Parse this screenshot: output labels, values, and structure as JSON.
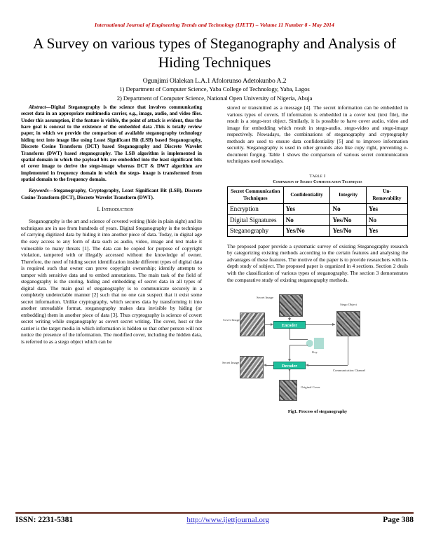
{
  "running_head": "International Journal of Engineering Trends and Technology (IJETT) – Volume 11 Number 8 - May  2014",
  "title": "A Survey on various types of Steganography and Analysis of Hiding Techniques",
  "authors": "Ogunjimi Olalekan L.A.1  Afolorunso Adetokunbo A.2",
  "affiliation1": "1) Department of Computer Science, Yaba College of Technology, Yaba, Lagos",
  "affiliation2": "2) Department of Computer Science, National Open University of Nigeria, Abuja",
  "abstract": {
    "lead": "Abstract—",
    "body": "Digital Steganography is the science that involves communicating secret data in an appropriate multimedia carrier, e.g., image, audio, and video files. Under this assumption, if the feature is visible, the point of attack is evident, thus the hare goal is  conceal to the existence of the embedded data .This is totally review paper, in which we provide the comparison of  available steganography technology hiding text into image like using Least Significant Bit (LSB) based Steganography, Discrete Cosine Transform (DCT) based Steganography and Discrete Wavelet Transform (DWT) based steganography. The LSB algorithm is implemented in spatial domain in which the payload bits are embedded into the least significant bits of cover image to derive the stego-image whereas DCT & DWT algorithm are implemented in frequency domain in which the stego- image is transformed from spatial domain to the frequency domain."
  },
  "keywords": {
    "lead": "Keywords—",
    "body": "Steganography, Cryptography, Least Significant Bit (LSB), Discrete Cosine Transform (DCT), Discrete Wavelet Transform (DWT)."
  },
  "intro_heading": "I.    Introduction",
  "left_paragraphs": [
    "Steganography is the art and science of covered writing (hide in plain sight) and its techniques are in use from hundreds of years. Digital Steganography is the technique of carrying digitized data by hiding it into another piece of data. Today, in digital age the easy access to any form of data such as audio, video, image and text make it vulnerable to many threats [1]. The data can be copied for purpose of copyright violation, tampered with or illegally accessed without the knowledge of owner. Therefore, the need of hiding secret identification inside different types of digital data is required such that owner can prove copyright ownership; identify attempts to tamper with sensitive data and to embed annotations. The main task of the field of steganography is the storing, hiding and embedding of secret data in all types of digital data. The main goal of steganography is to communicate securely in a completely undetectable manner [2] such that no one can suspect that it exist some secret information. Unlike cryptography, which secures data by transforming it into another unreadable format, steganography makes data invisible by hiding (or embedding) them in another piece of data [3]. Thus cryptography is science of covert secret writing while steganography as covert secret writing. The cover, host or the carrier is the target media in which information is hidden so that other person will not notice the presence of the information. The modified cover, including the hidden data, is referred to as a stego object which can be"
  ],
  "right_paragraphs": [
    "stored or transmitted as a message [4]. The secret information can be embedded in various types of covers. If information is embedded in a cover text (text file), the result is a stego-text object. Similarly, it is possible to have cover audio, video and image for embedding which result in stego-audio, stego-video and stego-image respectively. Nowadays, the combinations of steganography and cryptography methods are used to ensure data confidentiality [5] and to improve information security. Steganography is used in other grounds also like copy right, preventing e-document forging. Table 1 shows the comparison of various secret communication techniques used nowadays.",
    "The proposed paper provide a systematic survey of existing Steganography research by categorizing existing methods according to the certain features and analysing the advantages of these features. The motive of the paper is to provide researchers with in-depth study of subject. The proposed paper is organized in 4 sections. Section 2 deals with the classification of various types of steganography. The section 3 demonstrates the comparative study of existing steganography methods."
  ],
  "table": {
    "number": "Table I",
    "caption": "Comparison of Secret Communication Techniques",
    "headers": [
      "Secret Communication Techniques",
      "Confidentiality",
      "Integrity",
      "Un-Removability"
    ],
    "rows": [
      [
        "Encryption",
        "Yes",
        "No",
        "Yes"
      ],
      [
        "Digital Signatures",
        "No",
        "Yes/No",
        "No"
      ],
      [
        "Steganography",
        "Yes/No",
        "Yes/No",
        "Yes"
      ]
    ]
  },
  "figure": {
    "caption": "Fig1. Process of steganography",
    "labels": {
      "secret_image": "Secret Image",
      "cover_image": "Cover Image",
      "encoder": "Encoder",
      "stego_object": "Stego Object",
      "key": "Key",
      "decoder": "Decoder",
      "communication_channel": "Communication Channel",
      "original_cover": "Original Cover",
      "secret_image_out": "Secret Image"
    }
  },
  "footer": {
    "issn": "ISSN: 2231-5381",
    "url": "http://www.ijettjournal.org",
    "page": "Page 388"
  },
  "colors": {
    "running_head": "#c00000",
    "citation": "#1155cc",
    "link": "#2222cc",
    "footer_rule": "#5b1f12",
    "figure_box": "#1fbf9c"
  }
}
